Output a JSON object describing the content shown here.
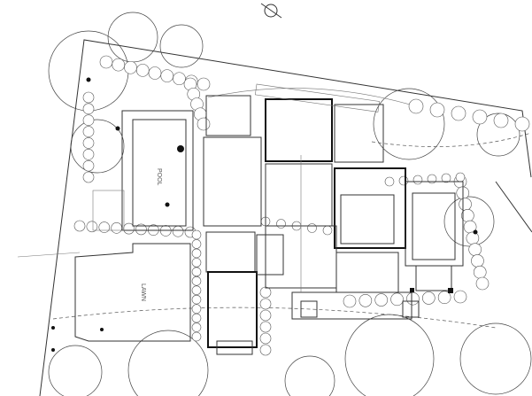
{
  "drawing": {
    "type": "landscape site plan",
    "labels": {
      "pool": "POOL",
      "lawn": "LAWN"
    },
    "colors": {
      "ink": "#333333",
      "paper": "#ffffff"
    }
  }
}
